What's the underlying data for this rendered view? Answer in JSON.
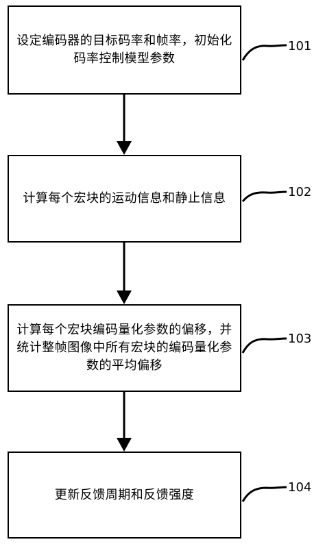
{
  "steps": [
    {
      "id": "101",
      "text": "设定编码器的目标码率和帧率，初始化码率控制模型参数"
    },
    {
      "id": "102",
      "text": "计算每个宏块的运动信息和静止信息"
    },
    {
      "id": "103",
      "text": "计算每个宏块编码量化参数的偏移，并统计整帧图像中所有宏块的编码量化参数的平均偏移"
    },
    {
      "id": "104",
      "text": "更新反馈周期和反馈强度"
    }
  ],
  "colors": {
    "line": "#000000",
    "background": "#ffffff"
  }
}
